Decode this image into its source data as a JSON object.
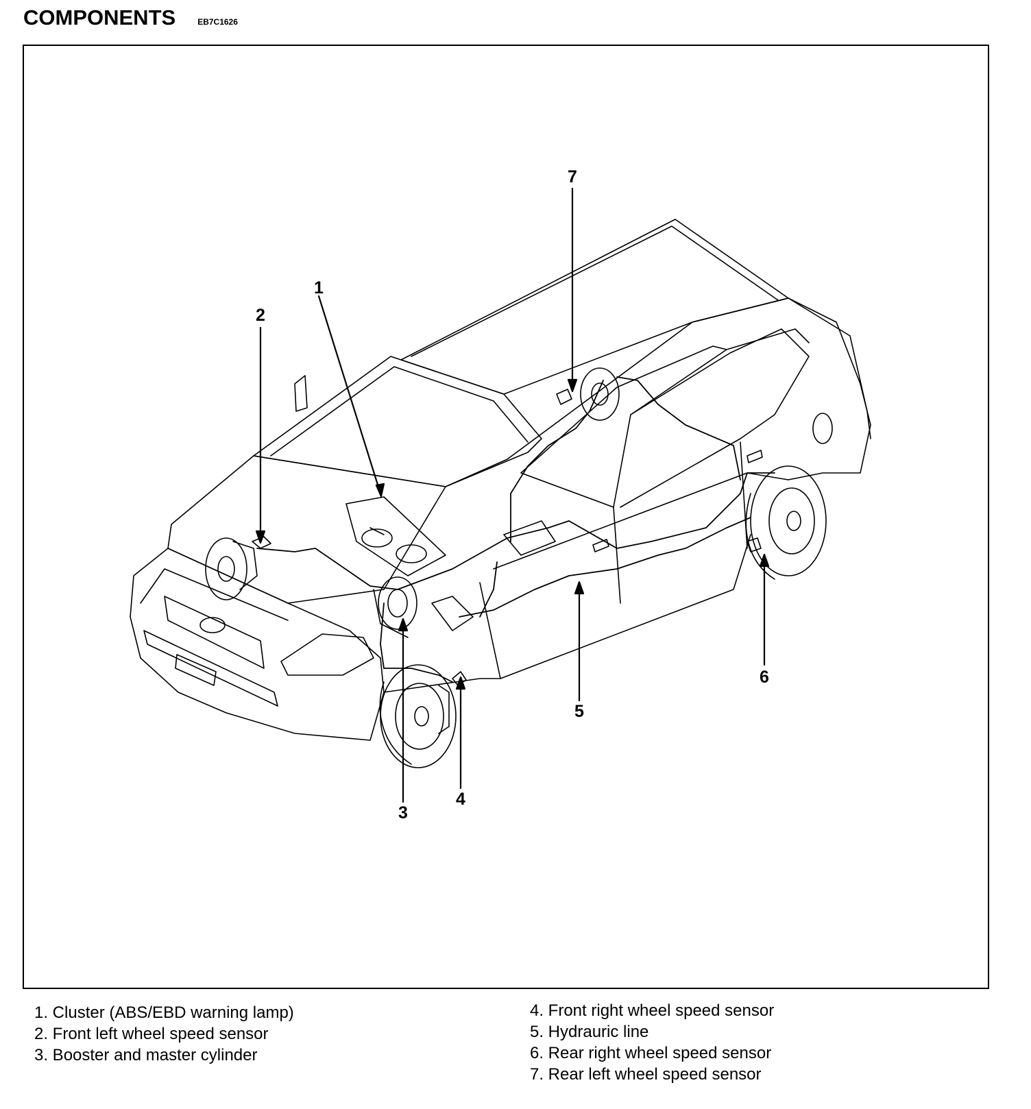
{
  "heading": {
    "title": "COMPONENTS",
    "code": "EB7C1626"
  },
  "callouts": [
    "1",
    "2",
    "3",
    "4",
    "5",
    "6",
    "7"
  ],
  "legend": {
    "left": [
      "1. Cluster (ABS/EBD warning lamp)",
      "2. Front left wheel speed sensor",
      "3. Booster and master cylinder"
    ],
    "right": [
      "4. Front right wheel speed sensor",
      "5. Hydrauric line",
      "6. Rear right wheel speed sensor",
      "7. Rear left wheel speed sensor"
    ]
  }
}
